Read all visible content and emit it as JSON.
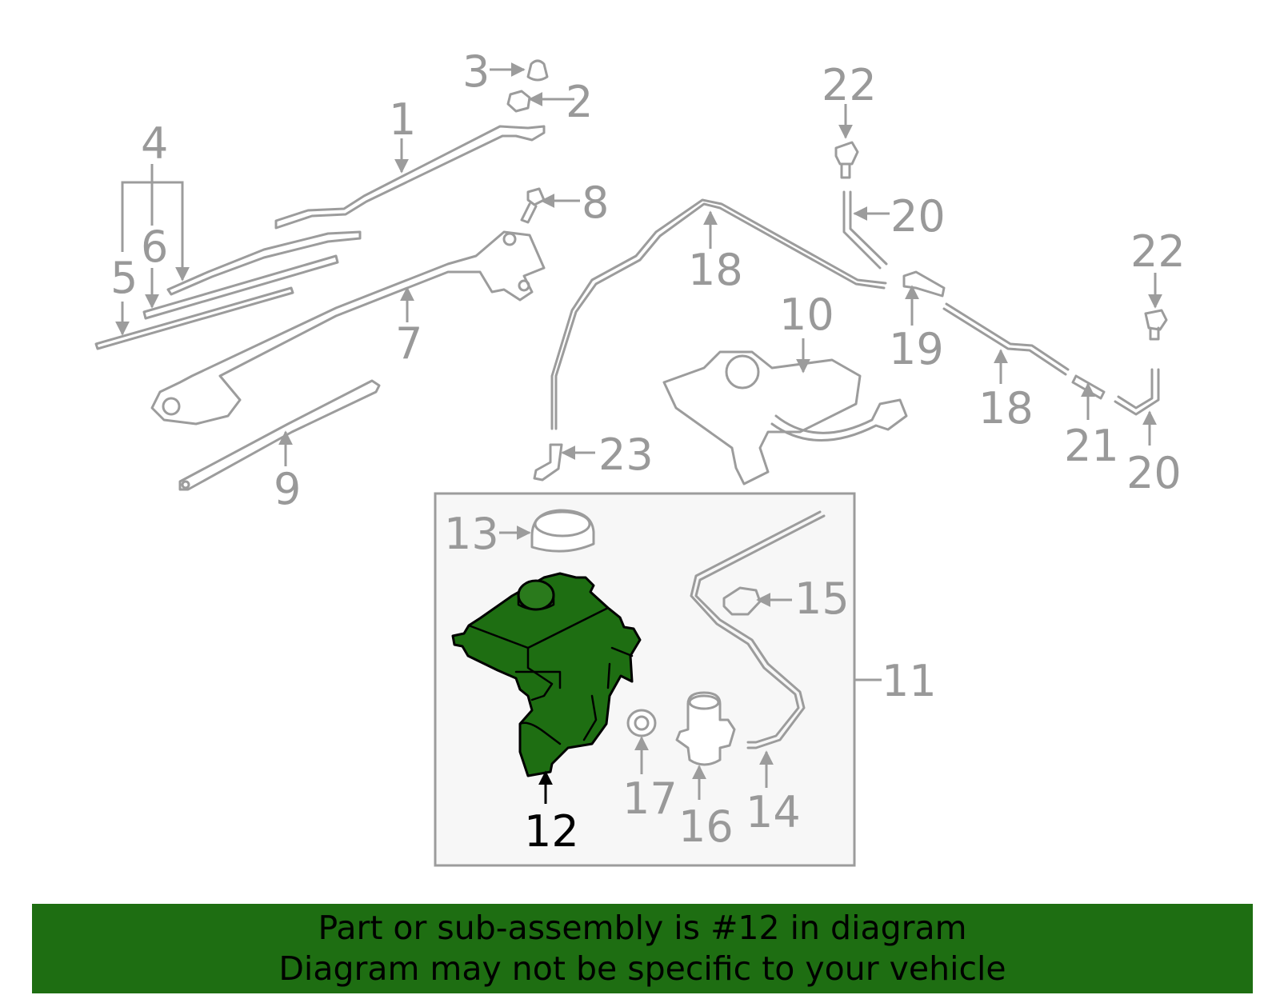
{
  "diagram": {
    "callouts": {
      "c1": "1",
      "c2": "2",
      "c3": "3",
      "c4": "4",
      "c5": "5",
      "c6": "6",
      "c7": "7",
      "c8": "8",
      "c9": "9",
      "c10": "10",
      "c11": "11",
      "c12": "12",
      "c13": "13",
      "c14": "14",
      "c15": "15",
      "c16": "16",
      "c17": "17",
      "c18a": "18",
      "c18b": "18",
      "c19": "19",
      "c20a": "20",
      "c20b": "20",
      "c21": "21",
      "c22a": "22",
      "c22b": "22",
      "c23": "23"
    },
    "highlighted_part": "12",
    "colors": {
      "highlight": "#1e6e12",
      "line_art": "#9c9c9c",
      "label": "#999999",
      "banner": "#1e6e12",
      "subassembly_box_fill": "#f7f7f7"
    }
  },
  "banner": {
    "line1": "Part or sub-assembly is #12 in diagram",
    "line2": "Diagram may not be specific to your vehicle"
  }
}
